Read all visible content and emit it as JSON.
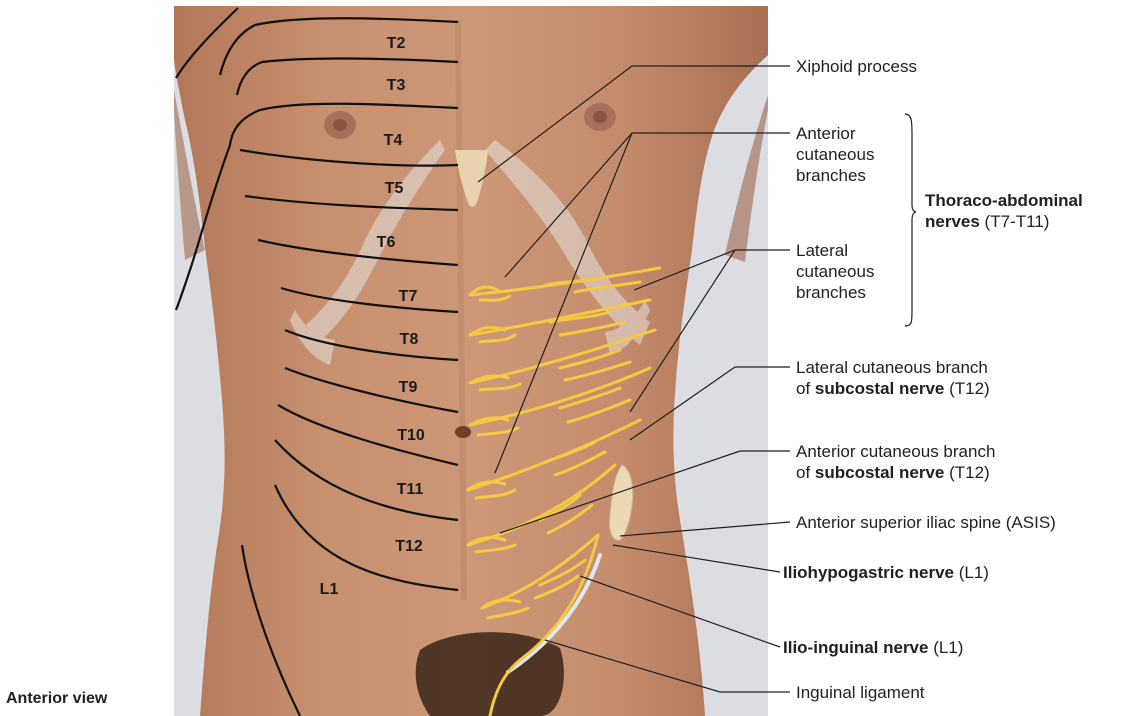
{
  "caption": "Anterior view",
  "dermatomes": [
    "T2",
    "T3",
    "T4",
    "T5",
    "T6",
    "T7",
    "T8",
    "T9",
    "T10",
    "T11",
    "T12",
    "L1"
  ],
  "labels": {
    "xiphoid": "Xiphoid process",
    "anterior_cut_1": "Anterior",
    "anterior_cut_2": "cutaneous",
    "anterior_cut_3": "branches",
    "lateral_cut_1": "Lateral",
    "lateral_cut_2": "cutaneous",
    "lateral_cut_3": "branches",
    "thoraco_bold_1": "Thoraco-abdominal",
    "thoraco_bold_2": "nerves",
    "thoraco_suffix": " (T7-T11)",
    "lat_subcostal_1": "Lateral cutaneous branch",
    "lat_subcostal_prefix": "of ",
    "lat_subcostal_bold": "subcostal nerve",
    "lat_subcostal_suffix": " (T12)",
    "ant_subcostal_1": "Anterior cutaneous branch",
    "ant_subcostal_prefix": "of ",
    "ant_subcostal_bold": "subcostal nerve",
    "ant_subcostal_suffix": " (T12)",
    "asis": "Anterior superior iliac spine (ASIS)",
    "iliohypo_bold": "Iliohypogastric nerve",
    "iliohypo_suffix": " (L1)",
    "ilioing_bold": "Ilio-inguinal nerve",
    "ilioing_suffix": " (L1)",
    "inguinal": "Inguinal ligament"
  },
  "colors": {
    "background": "#dcdde3",
    "skin": "#c48c6c",
    "skin_shadow": "#a8725a",
    "nerve": "#f5c842",
    "bone": "#ecd9b4",
    "leader": "#231f20",
    "dermatome_line": "#111111",
    "ligament": "#dde8ee"
  }
}
